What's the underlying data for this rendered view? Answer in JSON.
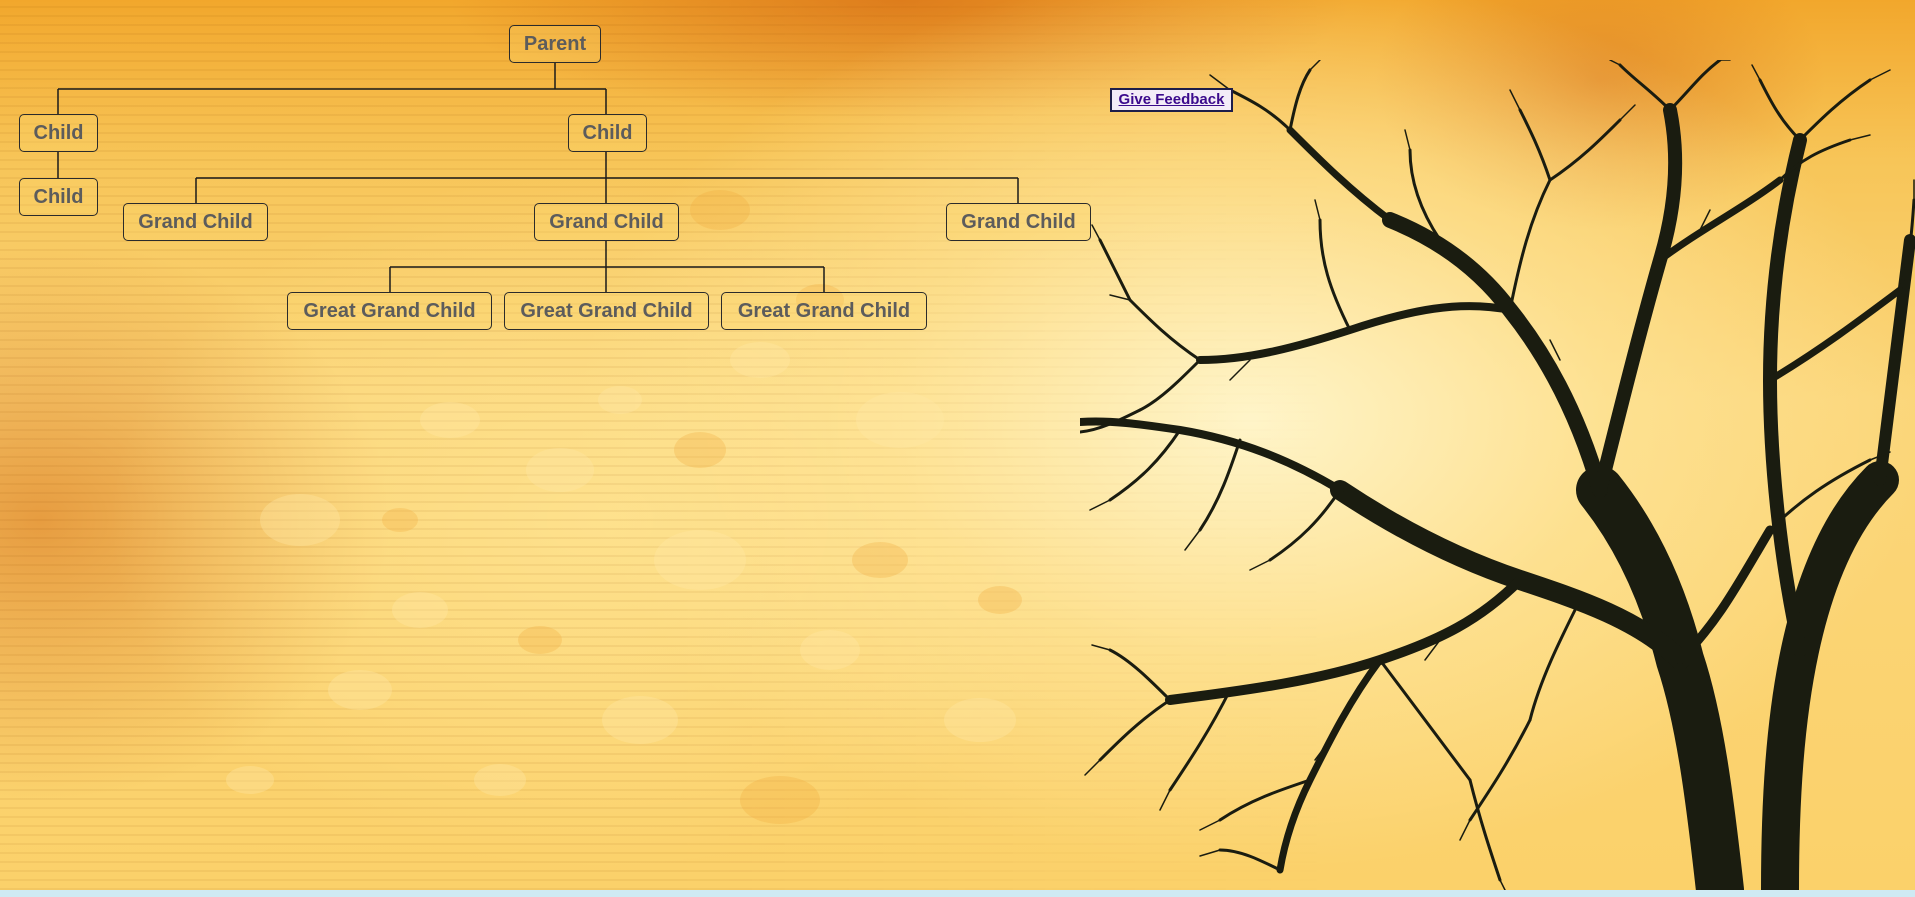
{
  "org_chart": {
    "parent": "Parent",
    "child_left": "Child",
    "child_left_sub": "Child",
    "child_main": "Child",
    "grand_children": [
      "Grand Child",
      "Grand Child",
      "Grand Child"
    ],
    "great_grand_children": [
      "Great Grand Child",
      "Great Grand Child",
      "Great Grand Child"
    ]
  },
  "feedback": {
    "label": "Give Feedback"
  },
  "colors": {
    "background_accent": "#fbd16a",
    "node_text": "#5c5c5c",
    "node_border": "#2b2b2b",
    "tree_silhouette": "#1a1c10",
    "link": "#3b0a8c"
  },
  "icons": {
    "background_art": "tree-silhouette"
  }
}
